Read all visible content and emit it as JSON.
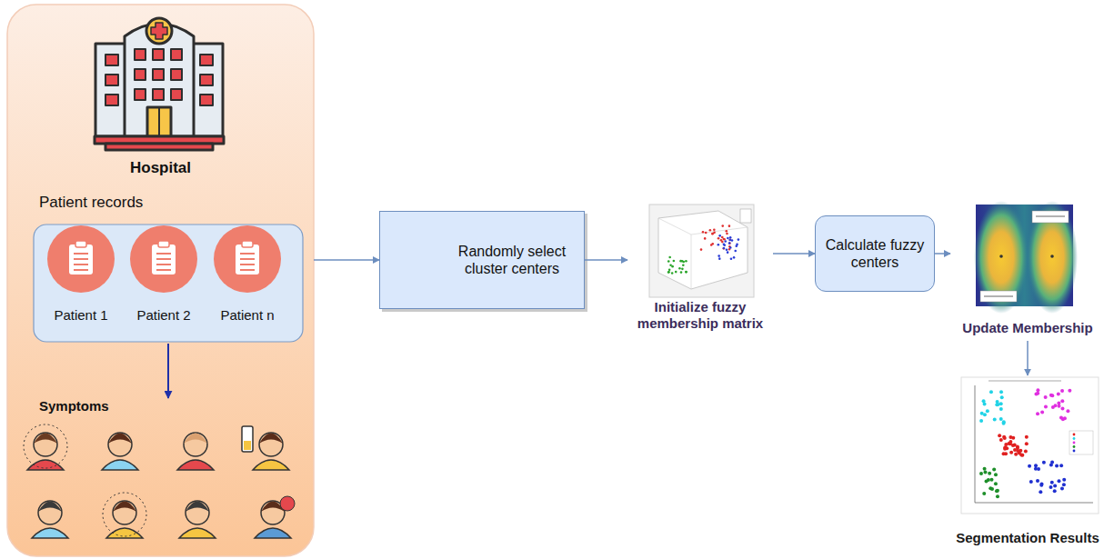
{
  "diagram": {
    "nodes": [
      {
        "text": [
          "Hospital"
        ]
      },
      {
        "text": [
          "Patient records"
        ],
        "in": 0
      },
      {
        "text": [
          "Patient 1"
        ],
        "in": 1
      },
      {
        "text": [
          "Patient 2"
        ],
        "in": 1
      },
      {
        "text": [
          "Patient n"
        ],
        "in": 1
      },
      {
        "text": [
          "Symptoms"
        ],
        "in": 0
      },
      {
        "text": [
          "Randomly select cluster centers"
        ]
      },
      {
        "text": [
          "Initialize fuzzy membership matrix"
        ]
      },
      {
        "text": [
          "Calculate fuzzy centers"
        ]
      },
      {
        "text": [
          "Update Membership"
        ]
      },
      {
        "text": [
          "Segmentation Results"
        ]
      }
    ],
    "edges": [
      {
        "from": 1,
        "to": 5,
        "arrow": "to"
      },
      {
        "from": 0,
        "to": 6,
        "arrow": "to"
      },
      {
        "from": 6,
        "to": 7,
        "arrow": "to"
      },
      {
        "from": 7,
        "to": 8,
        "arrow": "to"
      },
      {
        "from": 8,
        "to": 9,
        "arrow": "to"
      },
      {
        "from": 9,
        "to": 10,
        "arrow": "to"
      }
    ]
  }
}
